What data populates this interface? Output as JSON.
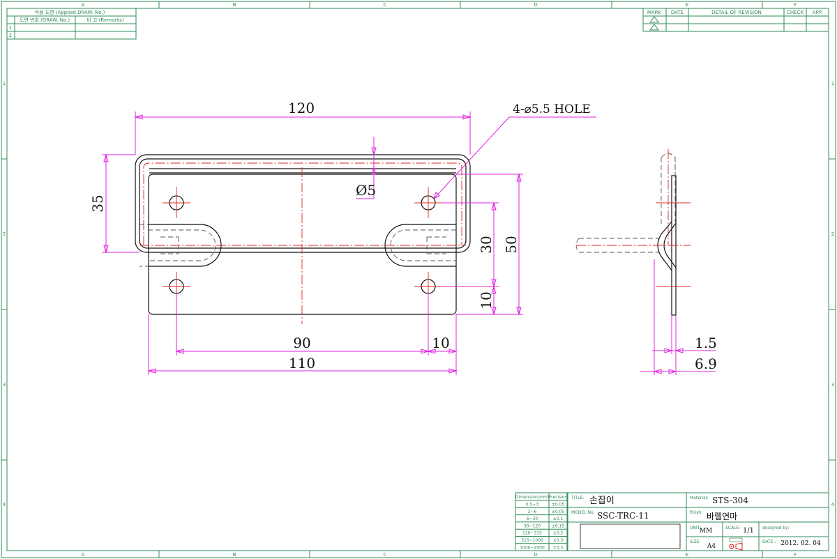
{
  "zones_top": [
    "A",
    "B",
    "C",
    "D",
    "E",
    "F"
  ],
  "zones_side": [
    "1",
    "2",
    "3",
    "4"
  ],
  "applied_table": {
    "title": "적용 도면 (Applied DRAW. No.)",
    "col1": "도면 번호 (DRAW. No.)",
    "col2": "비 고 (Remarks)",
    "rows": [
      "1",
      "2"
    ]
  },
  "revision_table": {
    "headers": [
      "MARK",
      "DATE",
      "DETAIL OF REVISION",
      "CHECK",
      "APP."
    ]
  },
  "dimensions": {
    "overall_width": "120",
    "hole_callout": "4-⌀5.5 HOLE",
    "slot_dia": "Ø5",
    "height_35": "35",
    "hole_pitch_v": "30",
    "plate_height": "50",
    "edge_10_v": "10",
    "hole_pitch_h": "90",
    "edge_10_h": "10",
    "plate_width": "110",
    "thickness": "1.5",
    "depth": "6.9"
  },
  "tolerance_table": {
    "headers": [
      "Dimension(mm)",
      "Precision"
    ],
    "rows": [
      [
        "0.5~3",
        "±0.05"
      ],
      [
        "3~6",
        "±0.05"
      ],
      [
        "6~30",
        "±0.1"
      ],
      [
        "30~120",
        "±0.15"
      ],
      [
        "120~315",
        "±0.2"
      ],
      [
        "315~1000",
        "±0.3"
      ],
      [
        "1000~2000",
        "±0.5"
      ]
    ]
  },
  "title_block": {
    "title_label": "TITLE:",
    "title": "손잡이",
    "model_label": "MODEL No.",
    "model": "SSC-TRC-11",
    "material_label": "Material:",
    "material": "STS-304",
    "finish_label": "finish:",
    "finish": "바렐연마",
    "unit_label": "UNIT:",
    "unit": "MM",
    "scale_label": "SCALE:",
    "scale": "1/1",
    "designed_label": "designed by:",
    "size_label": "SIZE:",
    "size": "A4",
    "date_label": "DATE :",
    "date": "2012. 02. 04"
  }
}
